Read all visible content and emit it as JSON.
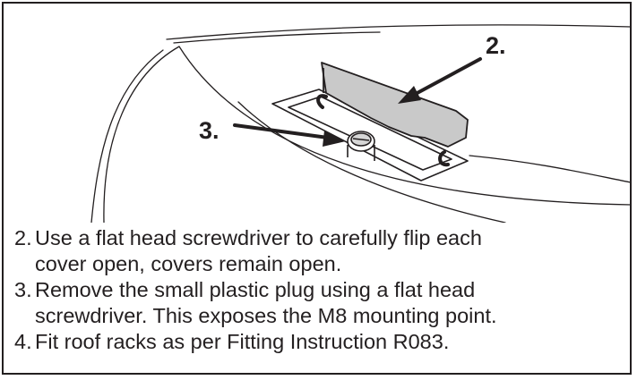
{
  "callouts": {
    "cover": "2.",
    "plug": "3."
  },
  "steps": [
    {
      "number": "2.",
      "text": "Use a flat head screwdriver to carefully flip each cover open, covers remain open."
    },
    {
      "number": "3.",
      "text": "Remove the small plastic plug using a flat head screwdriver. This exposes the M8 mounting point."
    },
    {
      "number": "4.",
      "text": "Fit roof racks as per Fitting Instruction R083."
    }
  ],
  "colors": {
    "ink": "#231f20",
    "cover_fill": "#c9c9c9"
  }
}
